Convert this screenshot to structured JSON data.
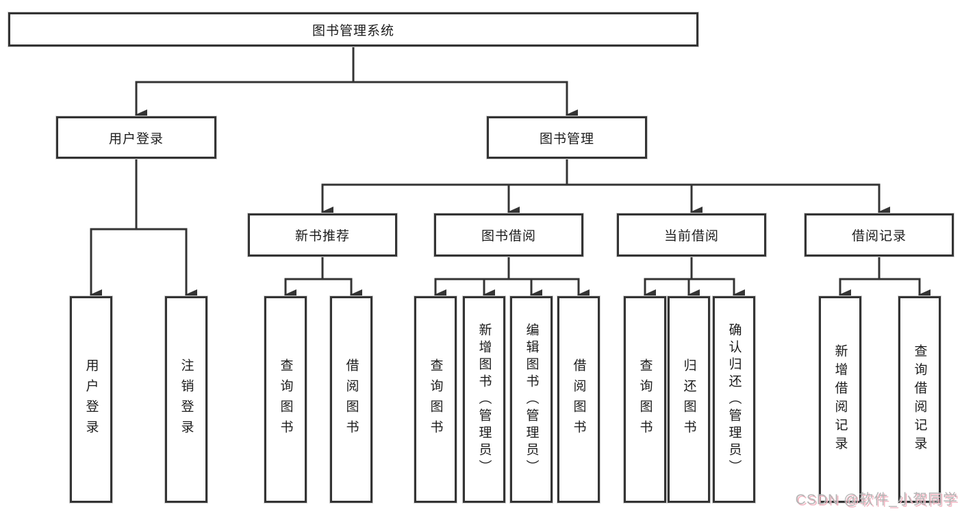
{
  "tree": {
    "root": "图书管理系统",
    "branches": [
      {
        "label": "用户登录",
        "children": [
          "用户登录",
          "注销登录"
        ]
      },
      {
        "label": "图书管理",
        "sections": [
          {
            "label": "新书推荐",
            "children": [
              "查询图书",
              "借阅图书"
            ]
          },
          {
            "label": "图书借阅",
            "children": [
              "查询图书",
              "新增图书（管理员）",
              "编辑图书（管理员）",
              "借阅图书"
            ]
          },
          {
            "label": "当前借阅",
            "children": [
              "查询图书",
              "归还图书",
              "确认归还（管理员）"
            ]
          },
          {
            "label": "借阅记录",
            "children": [
              "新增借阅记录",
              "查询借阅记录"
            ]
          }
        ]
      }
    ]
  },
  "watermark": {
    "text": "CSDN @软件_小贺同学"
  },
  "colors": {
    "line": "#343434",
    "box_border": "#343434",
    "box_fill": "#ffffff",
    "text": "#1c1c1c",
    "watermark_gray": "#b5b5b5",
    "watermark_pink": "#f2b8c4",
    "background": "#ffffff"
  }
}
